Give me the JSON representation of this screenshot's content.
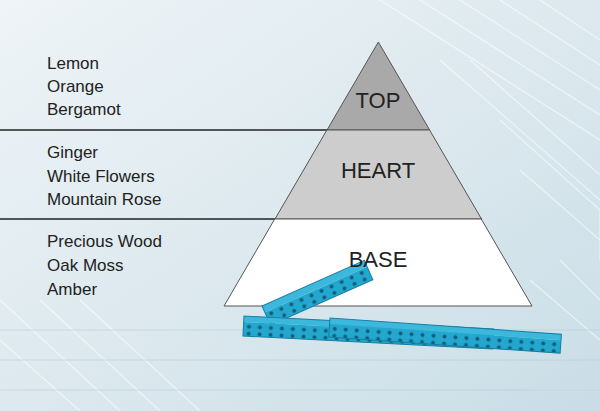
{
  "diagram": {
    "nodes": [
      {
        "text": [
          "TOP"
        ]
      },
      {
        "text": [
          "HEART"
        ]
      },
      {
        "text": [
          "BASE"
        ]
      }
    ],
    "labels": [
      "Lemon",
      "Orange",
      "Bergamot",
      "Ginger",
      "White Flowers",
      "Mountain Rose",
      "Precious Wood",
      "Oak Moss",
      "Amber"
    ]
  }
}
